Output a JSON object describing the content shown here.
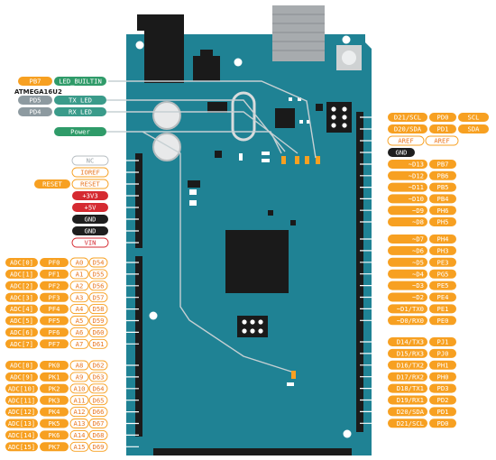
{
  "colors": {
    "board": "#1f8294",
    "board_dark": "#166f7f",
    "orange": "#f7a021",
    "white_label_text": "#e87722",
    "gray": "#8d9aa0",
    "teal_label": "#3a9b8a",
    "green": "#2f9b69",
    "red": "#d52a31",
    "black": "#1e1e1e",
    "header": "#1b1b1b"
  },
  "heading": "ATMEGA16U2",
  "left_top_labels": [
    {
      "text": "PB7",
      "style": "orange"
    },
    {
      "text": "LED_BUILTIN",
      "style": "green"
    },
    {
      "text": "PD5",
      "style": "gray"
    },
    {
      "text": "TX LED",
      "style": "teal"
    },
    {
      "text": "PD4",
      "style": "gray"
    },
    {
      "text": "RX LED",
      "style": "teal"
    },
    {
      "text": "Power",
      "style": "green"
    }
  ],
  "left_power": [
    {
      "text": "NC",
      "style": "white-gray"
    },
    {
      "text": "IOREF",
      "style": "white-orange"
    },
    {
      "text": "RESET",
      "style": "orange"
    },
    {
      "text": "RESET",
      "style": "white-orange"
    },
    {
      "text": "+3V3",
      "style": "red"
    },
    {
      "text": "+5V",
      "style": "red"
    },
    {
      "text": "GND",
      "style": "black"
    },
    {
      "text": "GND",
      "style": "black"
    },
    {
      "text": "VIN",
      "style": "white-red"
    }
  ],
  "left_analog": [
    {
      "adc": "ADC[0]",
      "port": "PF0",
      "a": "A0",
      "d": "D54"
    },
    {
      "adc": "ADC[1]",
      "port": "PF1",
      "a": "A1",
      "d": "D55"
    },
    {
      "adc": "ADC[2]",
      "port": "PF2",
      "a": "A2",
      "d": "D56"
    },
    {
      "adc": "ADC[3]",
      "port": "PF3",
      "a": "A3",
      "d": "D57"
    },
    {
      "adc": "ADC[4]",
      "port": "PF4",
      "a": "A4",
      "d": "D58"
    },
    {
      "adc": "ADC[5]",
      "port": "PF5",
      "a": "A5",
      "d": "D59"
    },
    {
      "adc": "ADC[6]",
      "port": "PF6",
      "a": "A6",
      "d": "D60"
    },
    {
      "adc": "ADC[7]",
      "port": "PF7",
      "a": "A7",
      "d": "D61"
    },
    {
      "adc": "ADC[8]",
      "port": "PK0",
      "a": "A8",
      "d": "D62"
    },
    {
      "adc": "ADC[9]",
      "port": "PK1",
      "a": "A9",
      "d": "D63"
    },
    {
      "adc": "ADC[10]",
      "port": "PK2",
      "a": "A10",
      "d": "D64"
    },
    {
      "adc": "ADC[11]",
      "port": "PK3",
      "a": "A11",
      "d": "D65"
    },
    {
      "adc": "ADC[12]",
      "port": "PK4",
      "a": "A12",
      "d": "D66"
    },
    {
      "adc": "ADC[13]",
      "port": "PK5",
      "a": "A13",
      "d": "D67"
    },
    {
      "adc": "ADC[14]",
      "port": "PK6",
      "a": "A14",
      "d": "D68"
    },
    {
      "adc": "ADC[15]",
      "port": "PK7",
      "a": "A15",
      "d": "D69"
    }
  ],
  "right_top": [
    {
      "a": "D21/SCL",
      "b": "PD0",
      "c": "SCL"
    },
    {
      "a": "D20/SDA",
      "b": "PD1",
      "c": "SDA"
    },
    {
      "a": "AREF",
      "b": "AREF",
      "c": ""
    },
    {
      "a": "GND",
      "b": "",
      "c": ""
    }
  ],
  "right_digital": [
    {
      "d": "~D13",
      "p": "PB7"
    },
    {
      "d": "~D12",
      "p": "PB6"
    },
    {
      "d": "~D11",
      "p": "PB5"
    },
    {
      "d": "~D10",
      "p": "PB4"
    },
    {
      "d": "~D9",
      "p": "PH6"
    },
    {
      "d": "~D8",
      "p": "PH5"
    },
    {
      "d": "~D7",
      "p": "PH4"
    },
    {
      "d": "~D6",
      "p": "PH3"
    },
    {
      "d": "~D5",
      "p": "PE3"
    },
    {
      "d": "~D4",
      "p": "PG5"
    },
    {
      "d": "~D3",
      "p": "PE5"
    },
    {
      "d": "~D2",
      "p": "PE4"
    },
    {
      "d": "~D1/TX0",
      "p": "PE1"
    },
    {
      "d": "~D0/RX0",
      "p": "PE0"
    }
  ],
  "right_comm": [
    {
      "d": "D14/TX3",
      "p": "PJ1"
    },
    {
      "d": "D15/RX3",
      "p": "PJ0"
    },
    {
      "d": "D16/TX2",
      "p": "PH1"
    },
    {
      "d": "D17/RX2",
      "p": "PH0"
    },
    {
      "d": "D18/TX1",
      "p": "PD3"
    },
    {
      "d": "D19/RX1",
      "p": "PD2"
    },
    {
      "d": "D20/SDA",
      "p": "PD1"
    },
    {
      "d": "D21/SCL",
      "p": "PD0"
    }
  ]
}
